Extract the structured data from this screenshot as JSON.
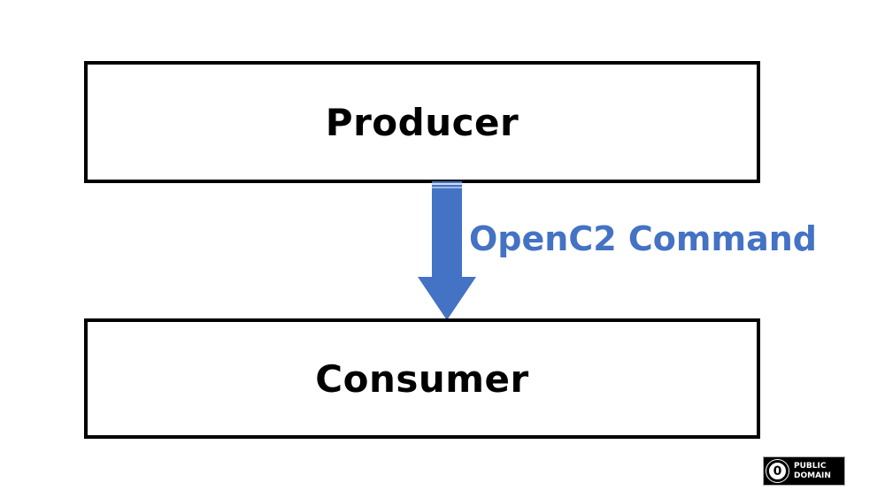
{
  "nodes": {
    "producer": {
      "label": "Producer"
    },
    "consumer": {
      "label": "Consumer"
    }
  },
  "edge": {
    "label": "OpenC2 Command",
    "color": "#4472c4"
  },
  "license": {
    "icon": "public-domain-icon",
    "symbol": "0",
    "line1": "PUBLIC",
    "line2": "DOMAIN"
  }
}
